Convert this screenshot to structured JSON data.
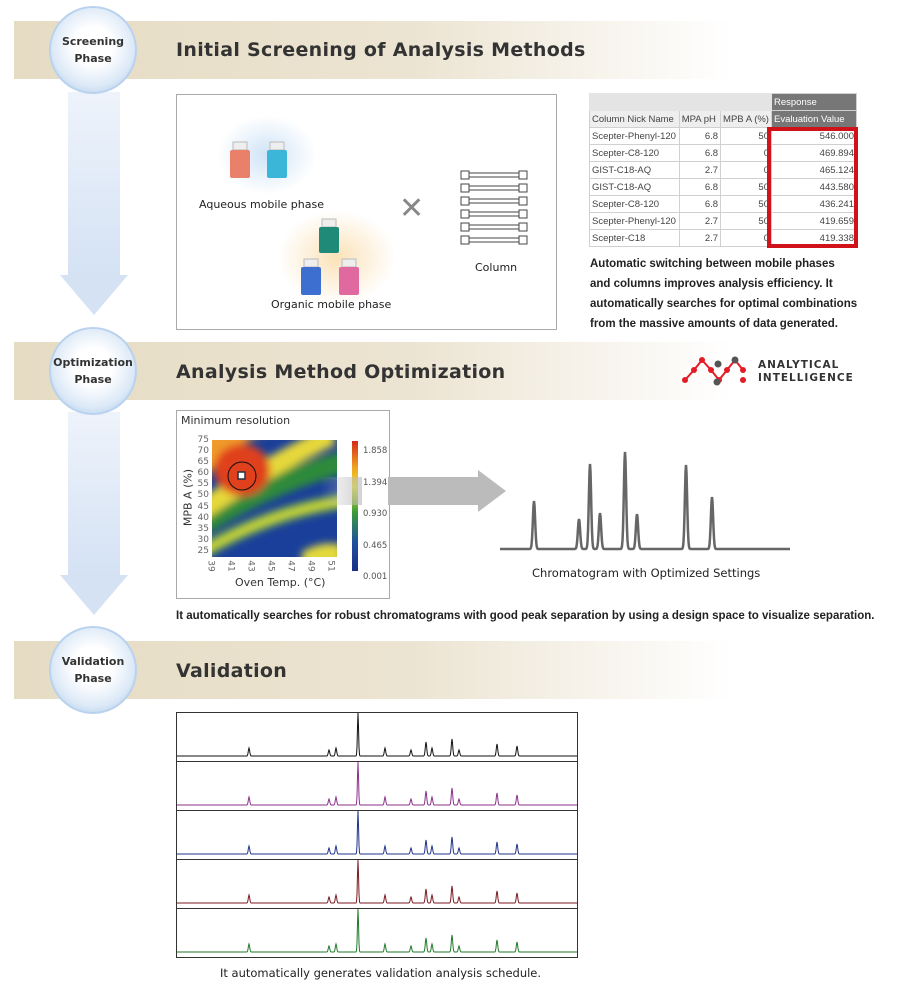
{
  "phases": [
    {
      "line1": "Screening",
      "line2": "Phase",
      "title": "Initial Screening of Analysis Methods"
    },
    {
      "line1": "Optimization",
      "line2": "Phase",
      "title": "Analysis Method Optimization"
    },
    {
      "line1": "Validation",
      "line2": "Phase",
      "title": "Validation"
    }
  ],
  "screening": {
    "aqueous_label": "Aqueous mobile phase",
    "organic_label": "Organic mobile phase",
    "column_label": "Column",
    "times_symbol": "✕",
    "table": {
      "group_header": "Response",
      "headers": [
        "Column Nick Name",
        "MPA pH",
        "MPB A (%)",
        "Evaluation Value"
      ],
      "rows": [
        [
          "Scepter-Phenyl-120",
          "6.8",
          "50",
          "546.000"
        ],
        [
          "Scepter-C8-120",
          "6.8",
          "0",
          "469.894"
        ],
        [
          "GIST-C18-AQ",
          "2.7",
          "0",
          "465.124"
        ],
        [
          "GIST-C18-AQ",
          "6.8",
          "50",
          "443.580"
        ],
        [
          "Scepter-C8-120",
          "6.8",
          "50",
          "436.241"
        ],
        [
          "Scepter-Phenyl-120",
          "2.7",
          "50",
          "419.659"
        ],
        [
          "Scepter-C18",
          "2.7",
          "0",
          "419.338"
        ]
      ]
    },
    "description": [
      "Automatic switching between mobile phases",
      "and columns improves analysis efficiency. It",
      "automatically searches for optimal combinations",
      "from the massive amounts of data generated."
    ],
    "highlight_color": "#d0121b"
  },
  "optimization": {
    "logo": {
      "line1": "ANALYTICAL",
      "line2": "INTELLIGENCE"
    },
    "heatmap": {
      "title": "Minimum resolution",
      "ylabel": "MPB A (%)",
      "xlabel": "Oven Temp. (°C)",
      "yticks": [
        "75",
        "70",
        "65",
        "60",
        "55",
        "50",
        "45",
        "40",
        "35",
        "30",
        "25"
      ],
      "xticks": [
        "39",
        "41",
        "43",
        "45",
        "47",
        "49",
        "51"
      ],
      "colorbar": [
        "1.858",
        "1.394",
        "0.930",
        "0.465",
        "0.001"
      ]
    },
    "chromatogram_caption": "Chromatogram with Optimized Settings",
    "description": "It automatically searches for robust chromatograms with good peak separation by using a design space to visualize separation."
  },
  "validation": {
    "trace_colors": [
      "#111111",
      "#8b2f8b",
      "#22338a",
      "#7a1a22",
      "#1f7a2a"
    ],
    "caption": "It automatically generates validation analysis schedule."
  }
}
